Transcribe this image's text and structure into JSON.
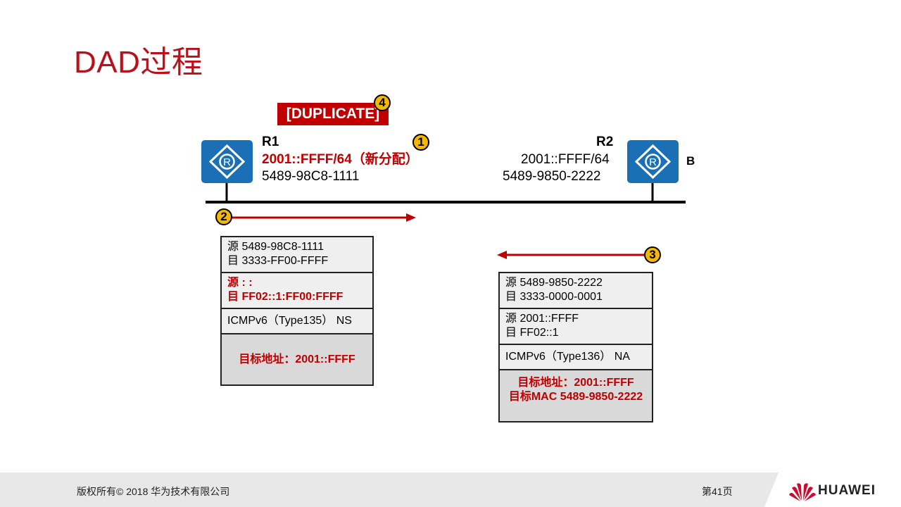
{
  "slide": {
    "title": "DAD过程",
    "duplicate_label": "[DUPLICATE]",
    "badges": {
      "b1": "1",
      "b2": "2",
      "b3": "3",
      "b4": "4"
    }
  },
  "r1": {
    "name": "R1",
    "ipv6": "2001::FFFF/64（新分配）",
    "mac": "5489-98C8-1111"
  },
  "r2": {
    "name": "R2",
    "ipv6": "2001::FFFF/64",
    "mac": "5489-9850-2222",
    "side_label": "B"
  },
  "ns_packet": {
    "l2_src": "源  5489-98C8-1111",
    "l2_dst": "目  3333-FF00-FFFF",
    "l3_src": "源  : :",
    "l3_dst": "目  FF02::1:FF00:FFFF",
    "icmp": "ICMPv6（Type135）   NS",
    "target": "目标地址：2001::FFFF"
  },
  "na_packet": {
    "l2_src": "源  5489-9850-2222",
    "l2_dst": "目  3333-0000-0001",
    "l3_src": "源  2001::FFFF",
    "l3_dst": "目  FF02::1",
    "icmp": "ICMPv6（Type136）   NA",
    "target": "目标地址：2001::FFFF",
    "target_mac": "目标MAC 5489-9850-2222"
  },
  "footer": {
    "copyright": "版权所有© 2018 华为技术有限公司",
    "page": "第41页",
    "brand": "HUAWEI"
  },
  "colors": {
    "accent": "#c00000",
    "router": "#1b6fb5",
    "badge": "#f5b800"
  }
}
